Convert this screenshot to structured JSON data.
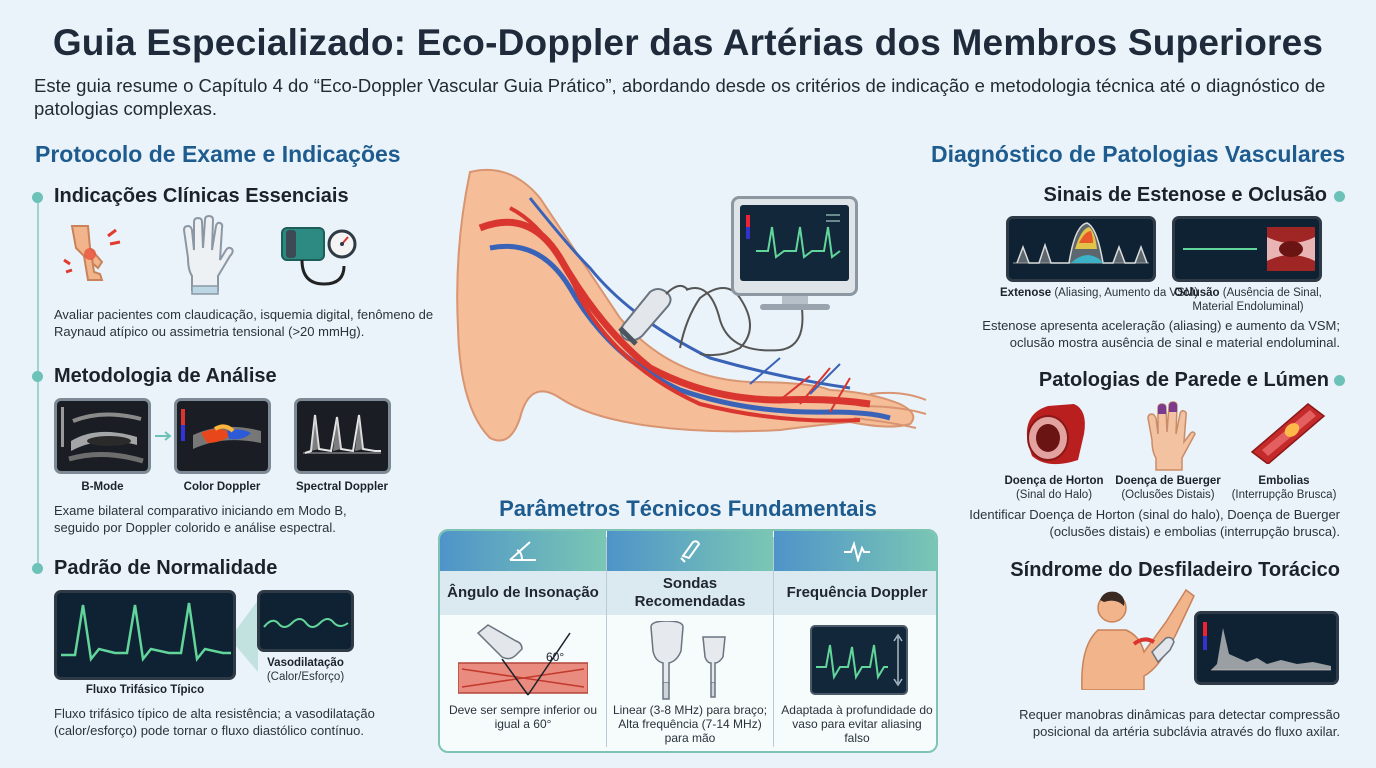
{
  "header": {
    "title": "Guia Especializado: Eco-Doppler das Artérias dos Membros Superiores",
    "intro": "Este guia resume o Capítulo 4 do “Eco-Doppler Vascular Guia Prático”, abordando desde os critérios de indicação e metodologia técnica até o diagnóstico de patologias complexas."
  },
  "left": {
    "section_title": "Protocolo de Exame e Indicações",
    "indications": {
      "title": "Indicações Clínicas Essenciais",
      "text": "Avaliar pacientes com claudicação, isquemia digital, fenômeno de Raynaud atípico ou assimetria tensional (>20 mmHg)."
    },
    "methodology": {
      "title": "Metodologia de Análise",
      "captions": [
        "B-Mode",
        "Color Doppler",
        "Spectral Doppler"
      ],
      "text": "Exame bilateral comparativo iniciando em Modo B, seguido por Doppler colorido e análise espectral."
    },
    "normality": {
      "title": "Padrão de Normalidade",
      "main_caption": "Fluxo Trifásico Típico",
      "zoom_caption_bold": "Vasodilatação",
      "zoom_caption": "(Calor/Esforço)",
      "text": "Fluxo trifásico típico de alta resistência; a vasodilatação (calor/esforço) pode tornar o fluxo diastólico contínuo."
    }
  },
  "center": {
    "params_title": "Parâmetros Técnicos Fundamentais",
    "columns": [
      {
        "label": "Ângulo de Insonação",
        "text": "Deve ser sempre inferior ou igual a 60°",
        "angle_label": "60°"
      },
      {
        "label": "Sondas Recomendadas",
        "text": "Linear (3-8 MHz) para braço; Alta frequência (7-14 MHz) para mão"
      },
      {
        "label": "Frequência Doppler",
        "text": "Adaptada à profundidade do vaso para evitar aliasing falso"
      }
    ]
  },
  "right": {
    "section_title": "Diagnóstico de Patologias Vasculares",
    "stenosis": {
      "title": "Sinais de Estenose e Oclusão",
      "cap1_bold": "Extenose",
      "cap1": "(Aliasing, Aumento da VSM)",
      "cap2_bold": "Oclusão",
      "cap2": "(Ausência de Sinal, Material Endoluminal)",
      "text": "Estenose apresenta aceleração (aliasing) e aumento da VSM; oclusão mostra ausência de sinal e material endoluminal."
    },
    "wall": {
      "title": "Patologias de Parede e Lúmen",
      "items": [
        {
          "name": "Doença de Horton",
          "sub": "(Sinal do Halo)"
        },
        {
          "name": "Doença de Buerger",
          "sub": "(Oclusões Distais)"
        },
        {
          "name": "Embolias",
          "sub": "(Interrupção Brusca)"
        }
      ],
      "text": "Identificar Doença de Horton (sinal do halo), Doença de Buerger (oclusões distais) e embolias (interrupção brusca)."
    },
    "thoracic": {
      "title": "Síndrome do Desfiladeiro Torácico",
      "text": "Requer manobras dinâmicas para detectar compressão posicional da artéria subclávia através do fluxo axilar."
    }
  },
  "colors": {
    "accent": "#1e5b8e",
    "teal": "#6cc2b8",
    "artery": "#d9362f",
    "vein": "#3a63b8"
  }
}
